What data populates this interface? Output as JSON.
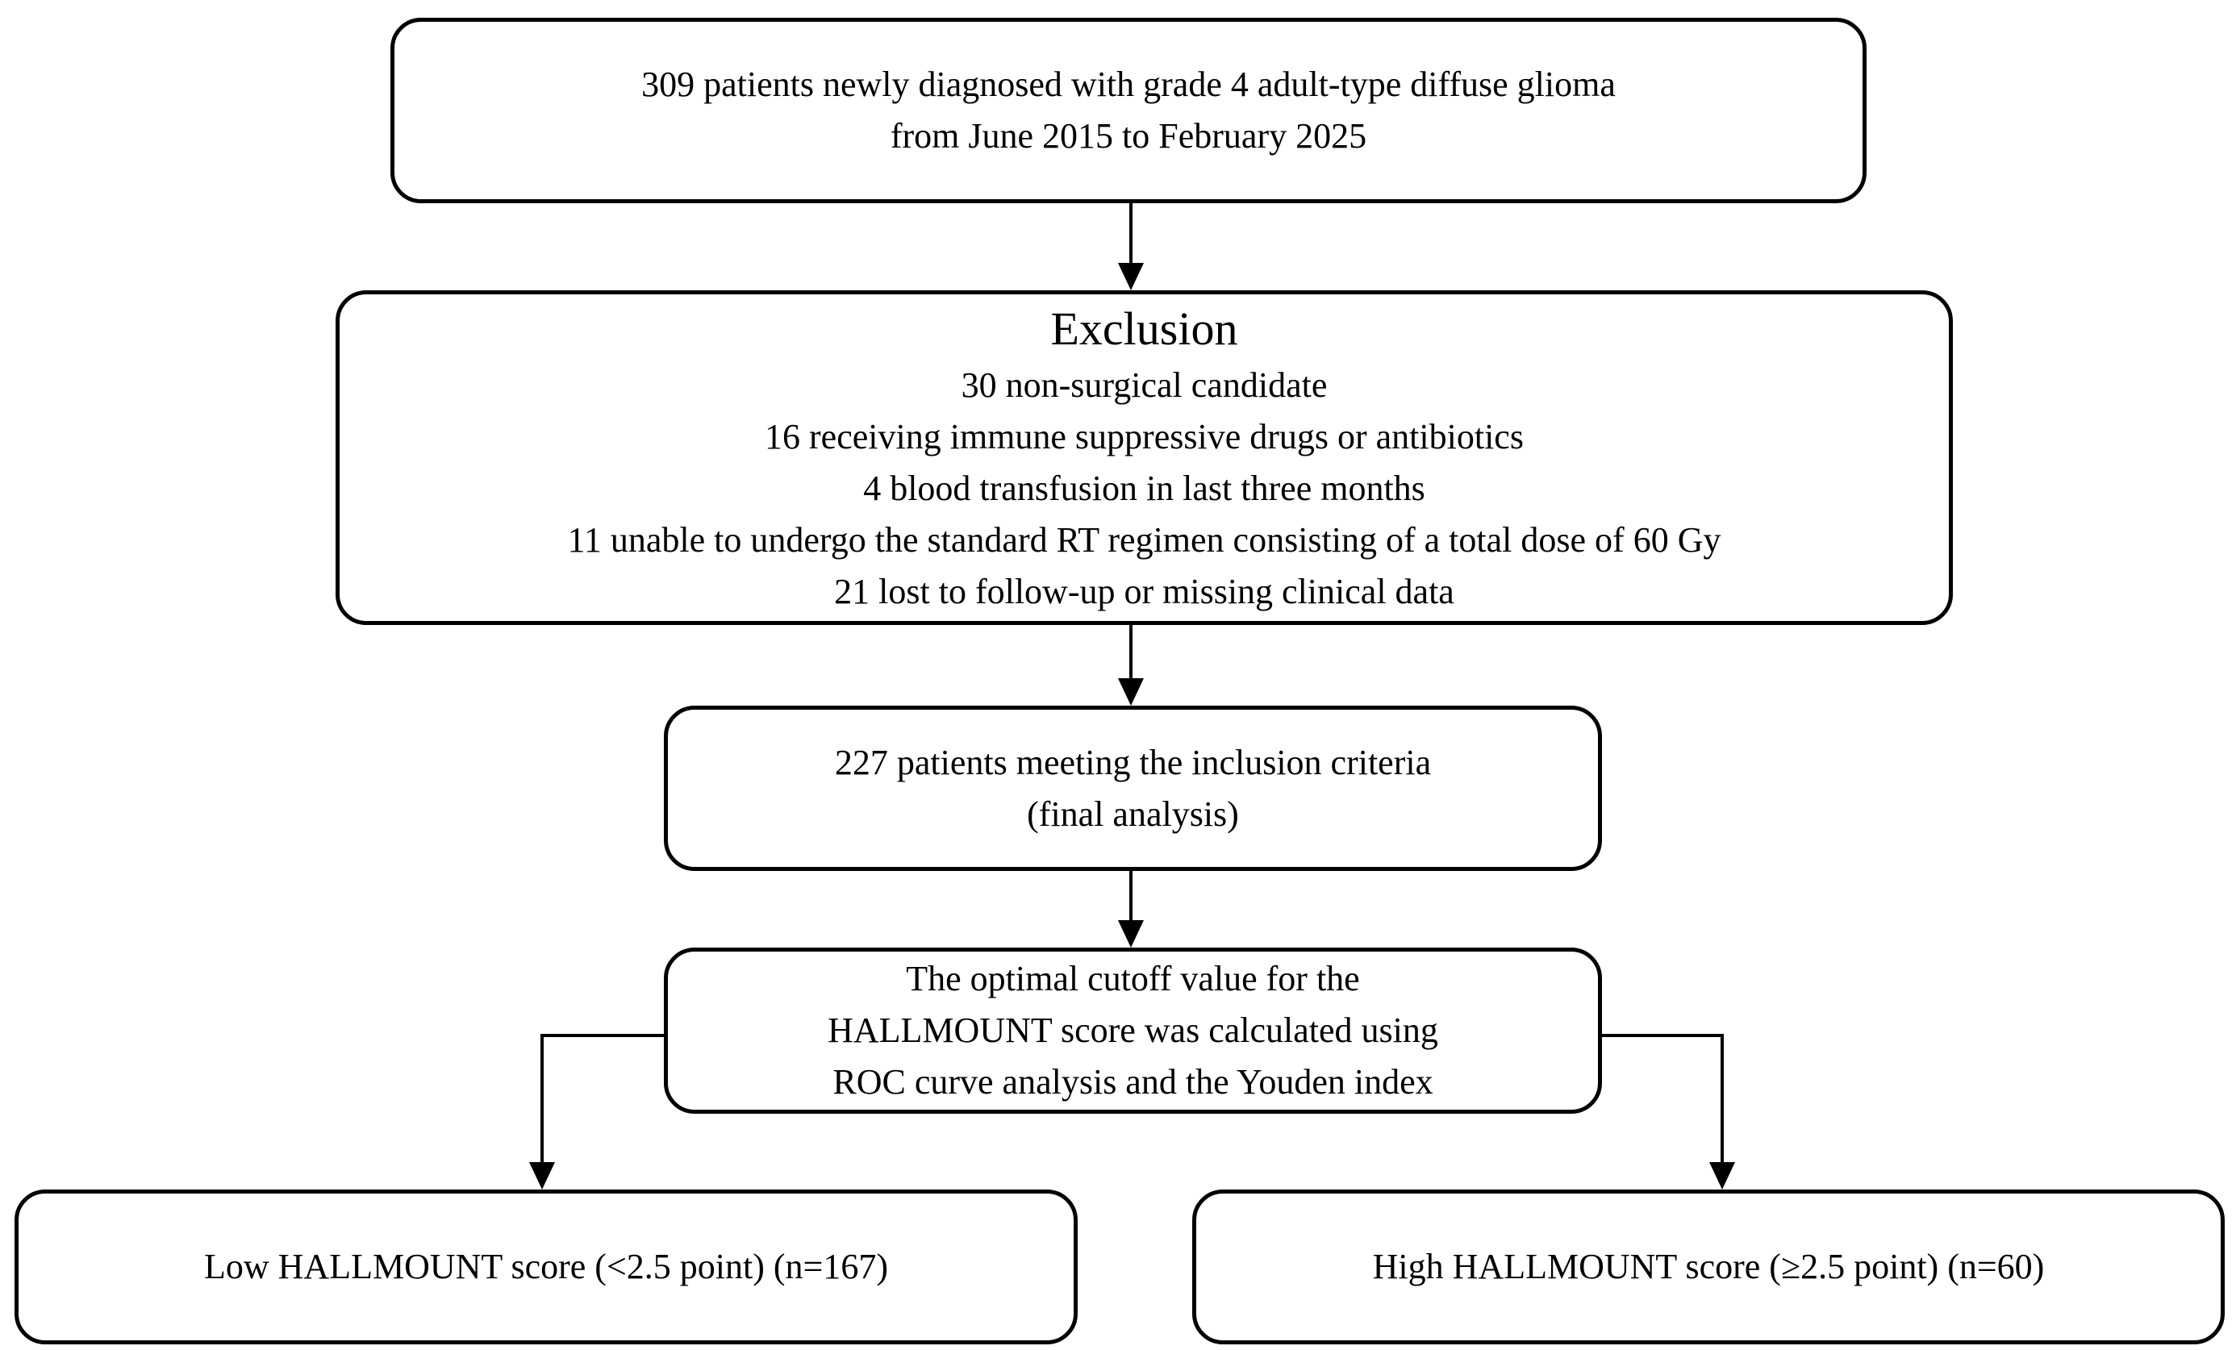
{
  "palette": {
    "ink": "#000000",
    "background": "#ffffff"
  },
  "flowchart": {
    "enrollment": {
      "line1": "309 patients newly diagnosed with grade 4 adult-type diffuse glioma",
      "line2": "from June 2015 to February 2025"
    },
    "exclusion": {
      "title": "Exclusion",
      "items": [
        "30 non-surgical candidate",
        "16 receiving immune suppressive drugs or antibiotics",
        "4 blood transfusion in last three months",
        "11 unable to undergo the standard RT regimen consisting of a total dose of 60 Gy",
        "21 lost to follow-up or missing clinical data"
      ]
    },
    "inclusion": {
      "line1": "227 patients meeting the inclusion criteria",
      "line2": "(final analysis)"
    },
    "cutoff": {
      "line1": "The optimal cutoff value for the",
      "line2": "HALLMOUNT score was calculated using",
      "line3": "ROC curve analysis and the Youden index"
    },
    "low_group": {
      "label": "Low HALLMOUNT score (<2.5 point) (n=167)"
    },
    "high_group": {
      "label": "High HALLMOUNT score (≥2.5 point) (n=60)"
    }
  }
}
